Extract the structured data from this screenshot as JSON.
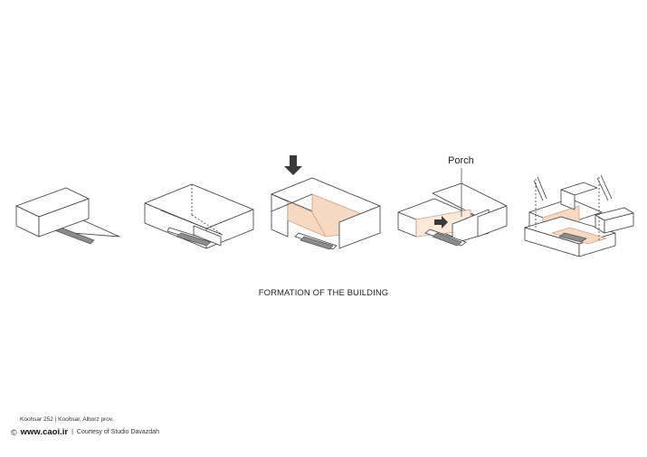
{
  "diagram": {
    "caption": "FORMATION OF THE BUILDING",
    "callout_label": "Porch",
    "colors": {
      "line": "#3a3a3a",
      "fill": "#ffffff",
      "highlight": "#f7d9c2",
      "highlight_light": "#fbe9dc",
      "pool": "#8c8c8c",
      "arrow": "#3a3a3a"
    },
    "steps": [
      {
        "icon": "none"
      },
      {
        "icon": "none"
      },
      {
        "icon": "down-arrow-icon"
      },
      {
        "icon": "right-arrow-icon"
      },
      {
        "icon": "none"
      }
    ]
  },
  "footer": {
    "project_line": "Koohsar 252 | Koohsar, Alborz prov.",
    "copyright_symbol": "©",
    "site": "www.caoi.ir",
    "separator": "|",
    "courtesy": "Courtesy of Studio Davazdah"
  }
}
